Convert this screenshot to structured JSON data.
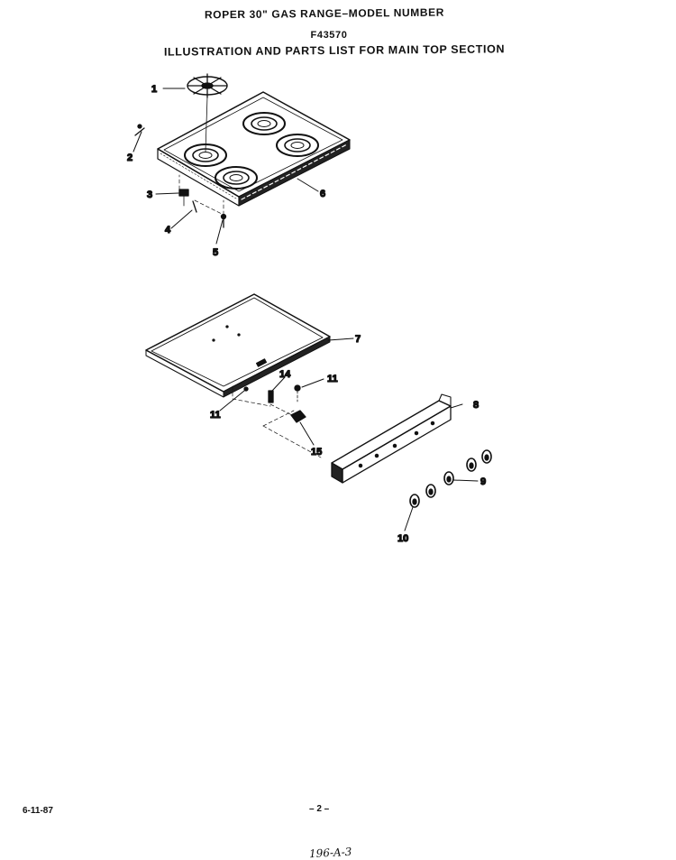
{
  "header": {
    "line1": "ROPER 30\" GAS RANGE–MODEL NUMBER",
    "line2": "F43570",
    "line3": "ILLUSTRATION AND PARTS LIST FOR MAIN TOP SECTION"
  },
  "callouts": {
    "c1": "1",
    "c2": "2",
    "c3": "3",
    "c4": "4",
    "c5": "5",
    "c6": "6",
    "c7": "7",
    "c8": "8",
    "c9": "9",
    "c10": "10",
    "c11a": "11",
    "c11b": "11",
    "c14": "14",
    "c15": "15"
  },
  "footer": {
    "date": "6-11-87",
    "page": "– 2 –",
    "code": "196-A-3"
  }
}
